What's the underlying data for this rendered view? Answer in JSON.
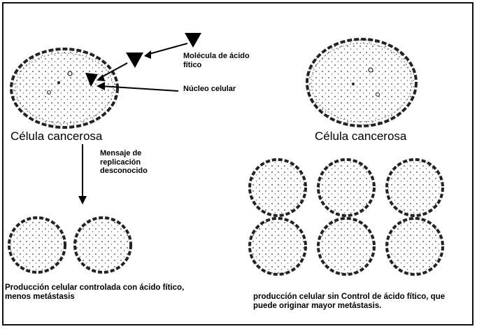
{
  "left": {
    "molecule_label": "Molécula de ácido fítico",
    "nucleus_label": "Núcleo celular",
    "cell_title": "Célula cancerosa",
    "replication_label": "Mensaje de replicación desconocido",
    "caption": "Producción celular controlada con ácido fítico, menos metástasis"
  },
  "right": {
    "cell_title": "Célula cancerosa",
    "caption": "producción celular sin Control de ácido fítico, que puede originar mayor metástasis."
  }
}
